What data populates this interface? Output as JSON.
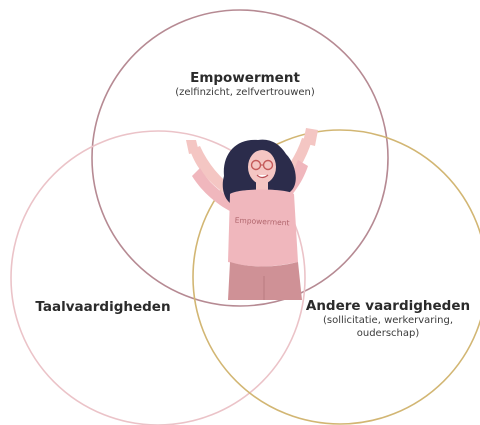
{
  "diagram": {
    "top": {
      "title": "Empowerment",
      "subtitle": "(zelfinzicht, zelfvertrouwen)"
    },
    "left": {
      "title": "Taalvaardigheden"
    },
    "right": {
      "title": "Andere vaardigheden",
      "subtitle": "(sollicitatie, werkervaring, ouderschap)"
    },
    "figure_shirt_text": "Empowerment"
  },
  "colors": {
    "circle_top": "#b68a93",
    "circle_left": "#ebc3c8",
    "circle_right": "#d2b673",
    "shirt": "#f0b7bd",
    "pants": "#cf9196",
    "hair": "#2b2c4b",
    "skin": "#f4c6c3"
  }
}
